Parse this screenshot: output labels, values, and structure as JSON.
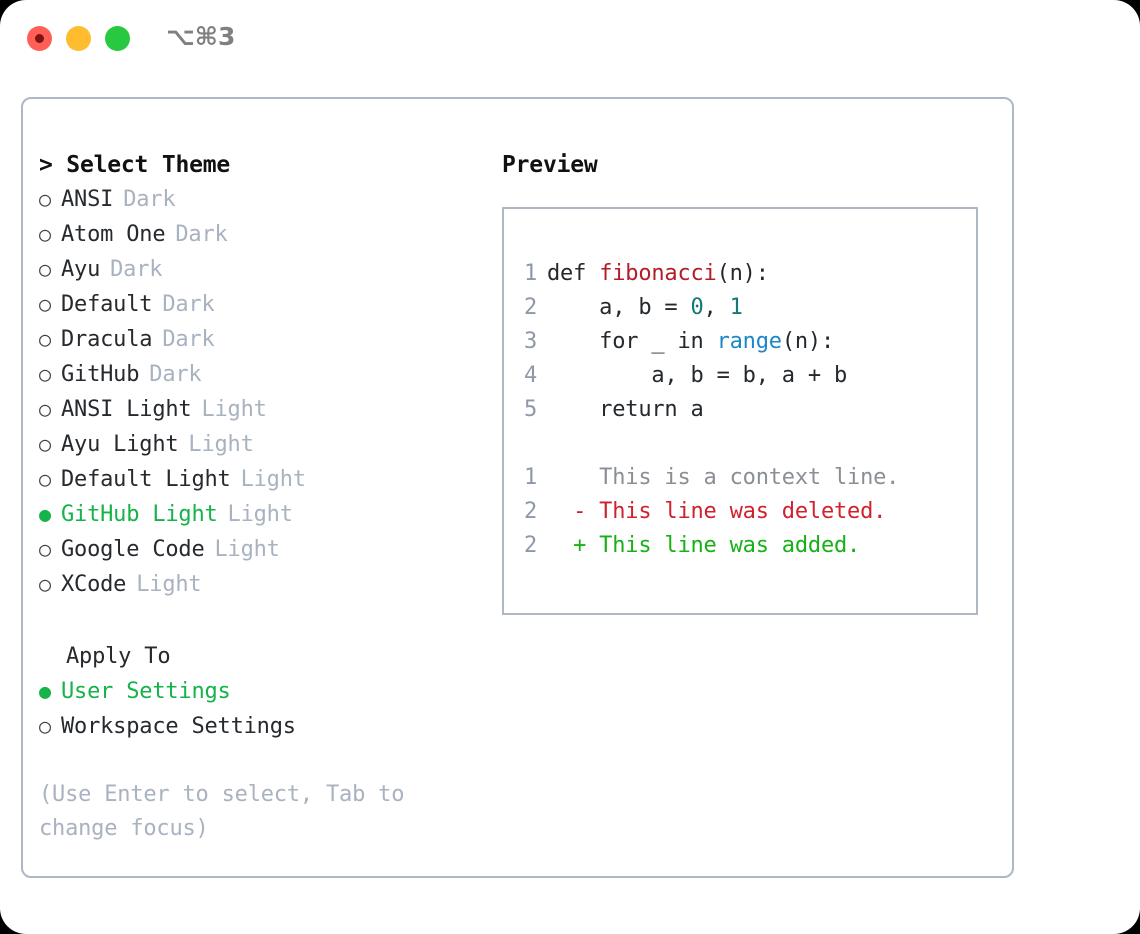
{
  "window": {
    "title": "⌥⌘3",
    "traffic_lights": [
      {
        "name": "close",
        "color": "#ff5f57"
      },
      {
        "name": "minimize",
        "color": "#febc2e"
      },
      {
        "name": "zoom",
        "color": "#28c840"
      }
    ]
  },
  "left": {
    "heading": "> Select Theme",
    "themes": [
      {
        "bullet": "○",
        "label": "ANSI",
        "kind": "Dark",
        "selected": false
      },
      {
        "bullet": "○",
        "label": "Atom One",
        "kind": "Dark",
        "selected": false
      },
      {
        "bullet": "○",
        "label": "Ayu",
        "kind": "Dark",
        "selected": false
      },
      {
        "bullet": "○",
        "label": "Default",
        "kind": "Dark",
        "selected": false
      },
      {
        "bullet": "○",
        "label": "Dracula",
        "kind": "Dark",
        "selected": false
      },
      {
        "bullet": "○",
        "label": "GitHub",
        "kind": "Dark",
        "selected": false
      },
      {
        "bullet": "○",
        "label": "ANSI Light",
        "kind": "Light",
        "selected": false
      },
      {
        "bullet": "○",
        "label": "Ayu Light",
        "kind": "Light",
        "selected": false
      },
      {
        "bullet": "○",
        "label": "Default Light",
        "kind": "Light",
        "selected": false
      },
      {
        "bullet": "●",
        "label": "GitHub Light",
        "kind": "Light",
        "selected": true
      },
      {
        "bullet": "○",
        "label": "Google Code",
        "kind": "Light",
        "selected": false
      },
      {
        "bullet": "○",
        "label": "XCode",
        "kind": "Light",
        "selected": false
      }
    ],
    "apply_to_label": "Apply To",
    "apply_to_options": [
      {
        "bullet": "●",
        "label": "User Settings",
        "selected": true
      },
      {
        "bullet": "○",
        "label": "Workspace Settings",
        "selected": false
      }
    ],
    "hint": "(Use Enter to select, Tab to change focus)"
  },
  "right": {
    "title": "Preview",
    "code_lines": [
      {
        "num": "1",
        "segments": [
          {
            "text": "def ",
            "style": "plain"
          },
          {
            "text": "fibonacci",
            "style": "fn"
          },
          {
            "text": "(n):",
            "style": "plain"
          }
        ]
      },
      {
        "num": "2",
        "segments": [
          {
            "text": "    a, b = ",
            "style": "plain"
          },
          {
            "text": "0",
            "style": "num"
          },
          {
            "text": ", ",
            "style": "plain"
          },
          {
            "text": "1",
            "style": "num"
          }
        ]
      },
      {
        "num": "3",
        "segments": [
          {
            "text": "    for _ in ",
            "style": "plain"
          },
          {
            "text": "range",
            "style": "builtin"
          },
          {
            "text": "(n):",
            "style": "plain"
          }
        ]
      },
      {
        "num": "4",
        "segments": [
          {
            "text": "        a, b = b, a + b",
            "style": "plain"
          }
        ]
      },
      {
        "num": "5",
        "segments": [
          {
            "text": "    return a",
            "style": "plain"
          }
        ]
      }
    ],
    "diff_lines": [
      {
        "num": "1",
        "marker": "  ",
        "text": "This is a context line.",
        "style": "ctx"
      },
      {
        "num": "2",
        "marker": "- ",
        "text": "This line was deleted.",
        "style": "del"
      },
      {
        "num": "2",
        "marker": "+ ",
        "text": "This line was added.",
        "style": "add"
      }
    ]
  },
  "colors": {
    "selected_green": "#15b34a",
    "muted": "#a9b2c0",
    "border": "#aeb7c4",
    "code_fn": "#b31d28",
    "code_num": "#137a74",
    "code_builtin": "#1d86c8",
    "diff_delete": "#cf222e",
    "diff_add": "#17b117"
  }
}
